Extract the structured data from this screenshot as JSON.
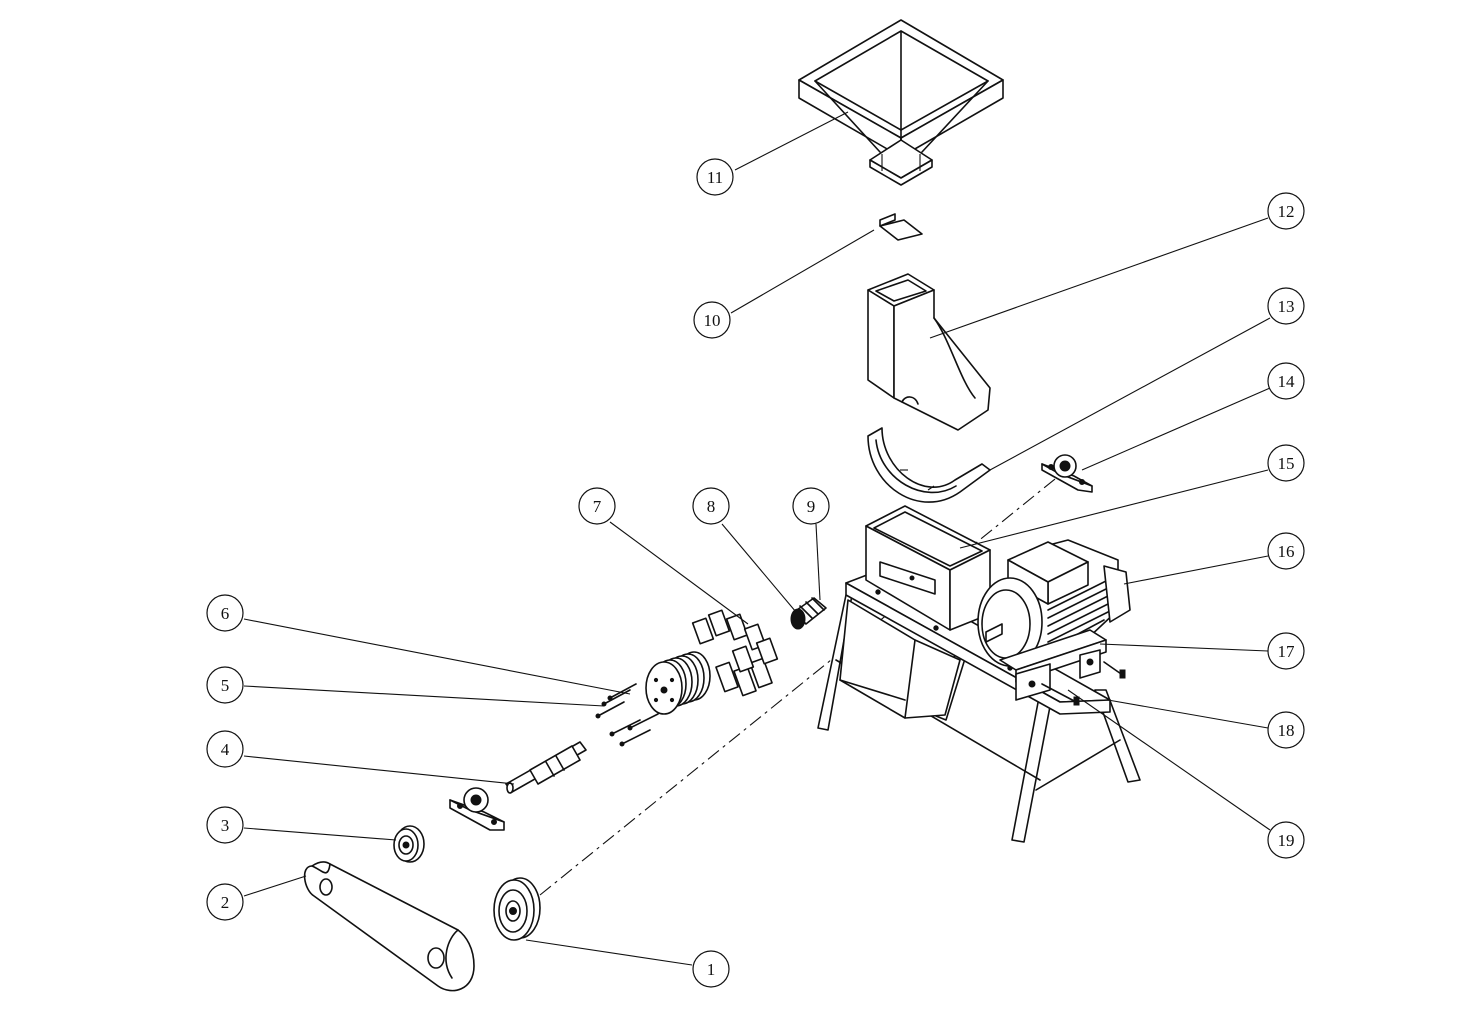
{
  "parts": [
    {
      "id": "part-1",
      "label": "1"
    },
    {
      "id": "part-2",
      "label": "2"
    },
    {
      "id": "part-3",
      "label": "3"
    },
    {
      "id": "part-4",
      "label": "4"
    },
    {
      "id": "part-5",
      "label": "5"
    },
    {
      "id": "part-6",
      "label": "6"
    },
    {
      "id": "part-7",
      "label": "7"
    },
    {
      "id": "part-8",
      "label": "8"
    },
    {
      "id": "part-9",
      "label": "9"
    },
    {
      "id": "part-10",
      "label": "10"
    },
    {
      "id": "part-11",
      "label": "11"
    },
    {
      "id": "part-12",
      "label": "12"
    },
    {
      "id": "part-13",
      "label": "13"
    },
    {
      "id": "part-14",
      "label": "14"
    },
    {
      "id": "part-15",
      "label": "15"
    },
    {
      "id": "part-16",
      "label": "16"
    },
    {
      "id": "part-17",
      "label": "17"
    },
    {
      "id": "part-18",
      "label": "18"
    },
    {
      "id": "part-19",
      "label": "19"
    }
  ]
}
